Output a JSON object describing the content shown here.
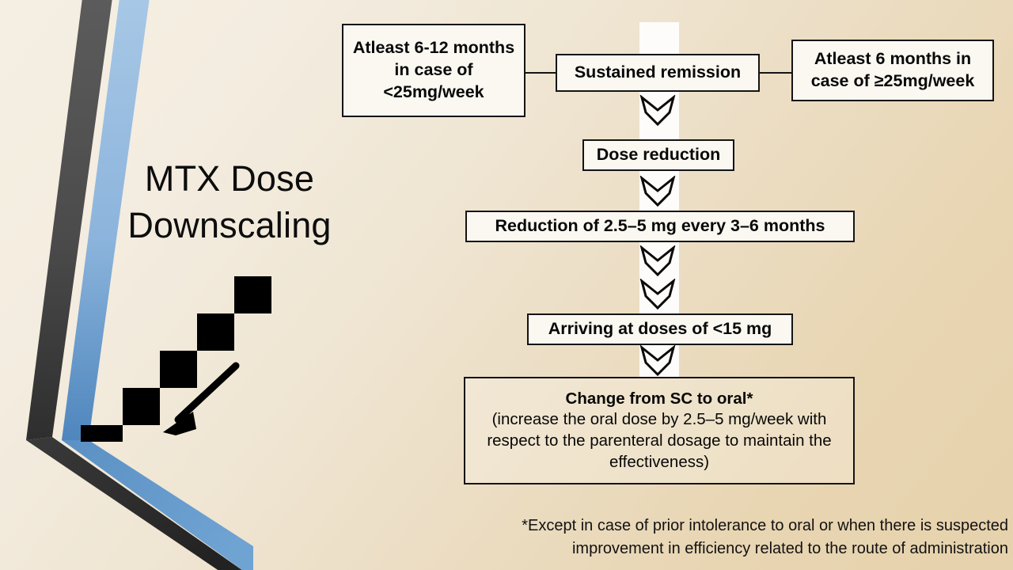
{
  "slide": {
    "title_line1": "MTX Dose",
    "title_line2": "Downscaling",
    "background_top_color": "#f5efe3",
    "background_bottom_color": "#e6d2ac",
    "stripe_dark_color": "#4a4a4a",
    "stripe_blue_color": "#8cb4dc",
    "accent_black": "#000000"
  },
  "flow": {
    "boxes": {
      "left_condition": "Atleast 6-12 months in case of <25mg/week",
      "center_start": "Sustained remission",
      "right_condition": "Atleast 6 months in case of ≥25mg/week",
      "dose_reduction": "Dose reduction",
      "reduction_schedule": "Reduction of 2.5–5 mg every 3–6 months",
      "arriving_at": "Arriving at doses of <15 mg",
      "change_route_lead": "Change from SC to oral*",
      "change_route_rest": "(increase the oral dose by 2.5–5 mg/week with respect to the parenteral dosage to maintain the effectiveness)"
    },
    "arrow_count": 5
  },
  "footnote": {
    "text": "*Except in case of prior intolerance to oral or when there is suspected improvement in efficiency related to the route of administration"
  },
  "graphics": {
    "stairs_label": "descending-staircase",
    "arrow_label": "down-left-arrow"
  }
}
